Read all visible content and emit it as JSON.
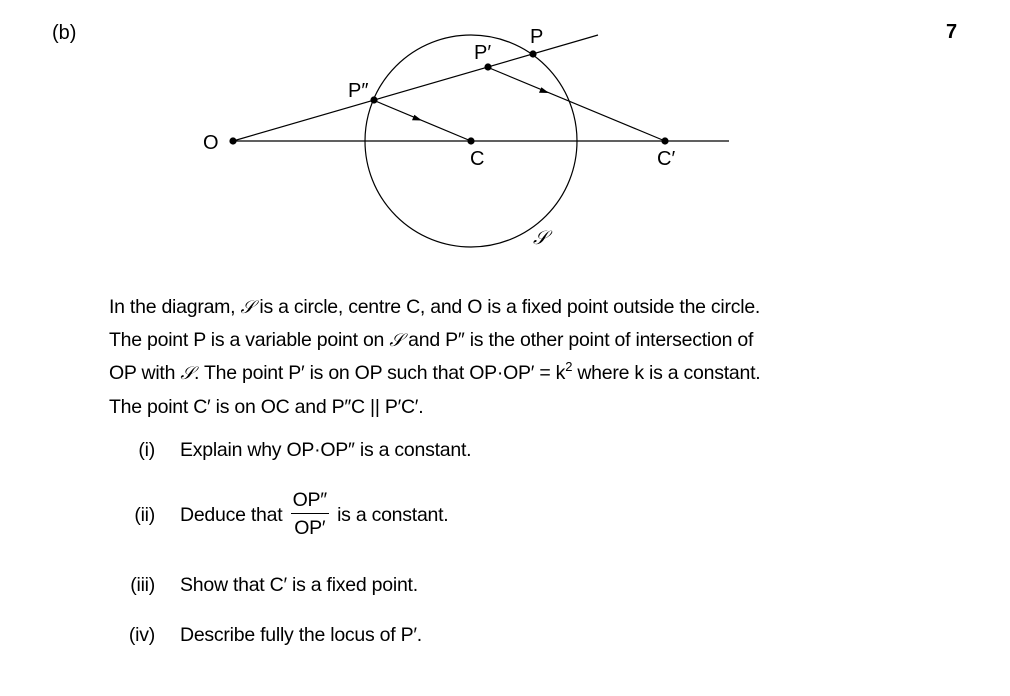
{
  "part": "(b)",
  "marks": "7",
  "diagram": {
    "labels": {
      "O": "O",
      "C": "C",
      "C_prime": "C′",
      "P": "P",
      "P_prime": "P′",
      "P_double": "P″",
      "circle": "𝒮"
    }
  },
  "stem": {
    "line1a": "In the diagram, ",
    "line1b": " is a circle, centre C, and O is a fixed point outside the circle.",
    "line2a": "The point P is a variable point on ",
    "line2b": " and P″ is the other point of intersection of",
    "line3a": "OP with ",
    "line3b": ". The point P′ is on OP such that OP·OP′ = k",
    "line3sup": "2",
    "line3c": " where k is a constant.",
    "line4": "The point C′ is on OC and  P″C || P′C′."
  },
  "script_symbol": "𝒮",
  "questions": {
    "q1": {
      "num": "(i)",
      "text": "Explain why OP·OP″ is a constant."
    },
    "q2": {
      "num": "(ii)",
      "pre": "Deduce that",
      "frac_num": "OP″",
      "frac_den": "OP′",
      "post": "is a constant."
    },
    "q3": {
      "num": "(iii)",
      "text": "Show that C′ is a fixed point."
    },
    "q4": {
      "num": "(iv)",
      "text": "Describe fully the locus of  P′."
    }
  }
}
